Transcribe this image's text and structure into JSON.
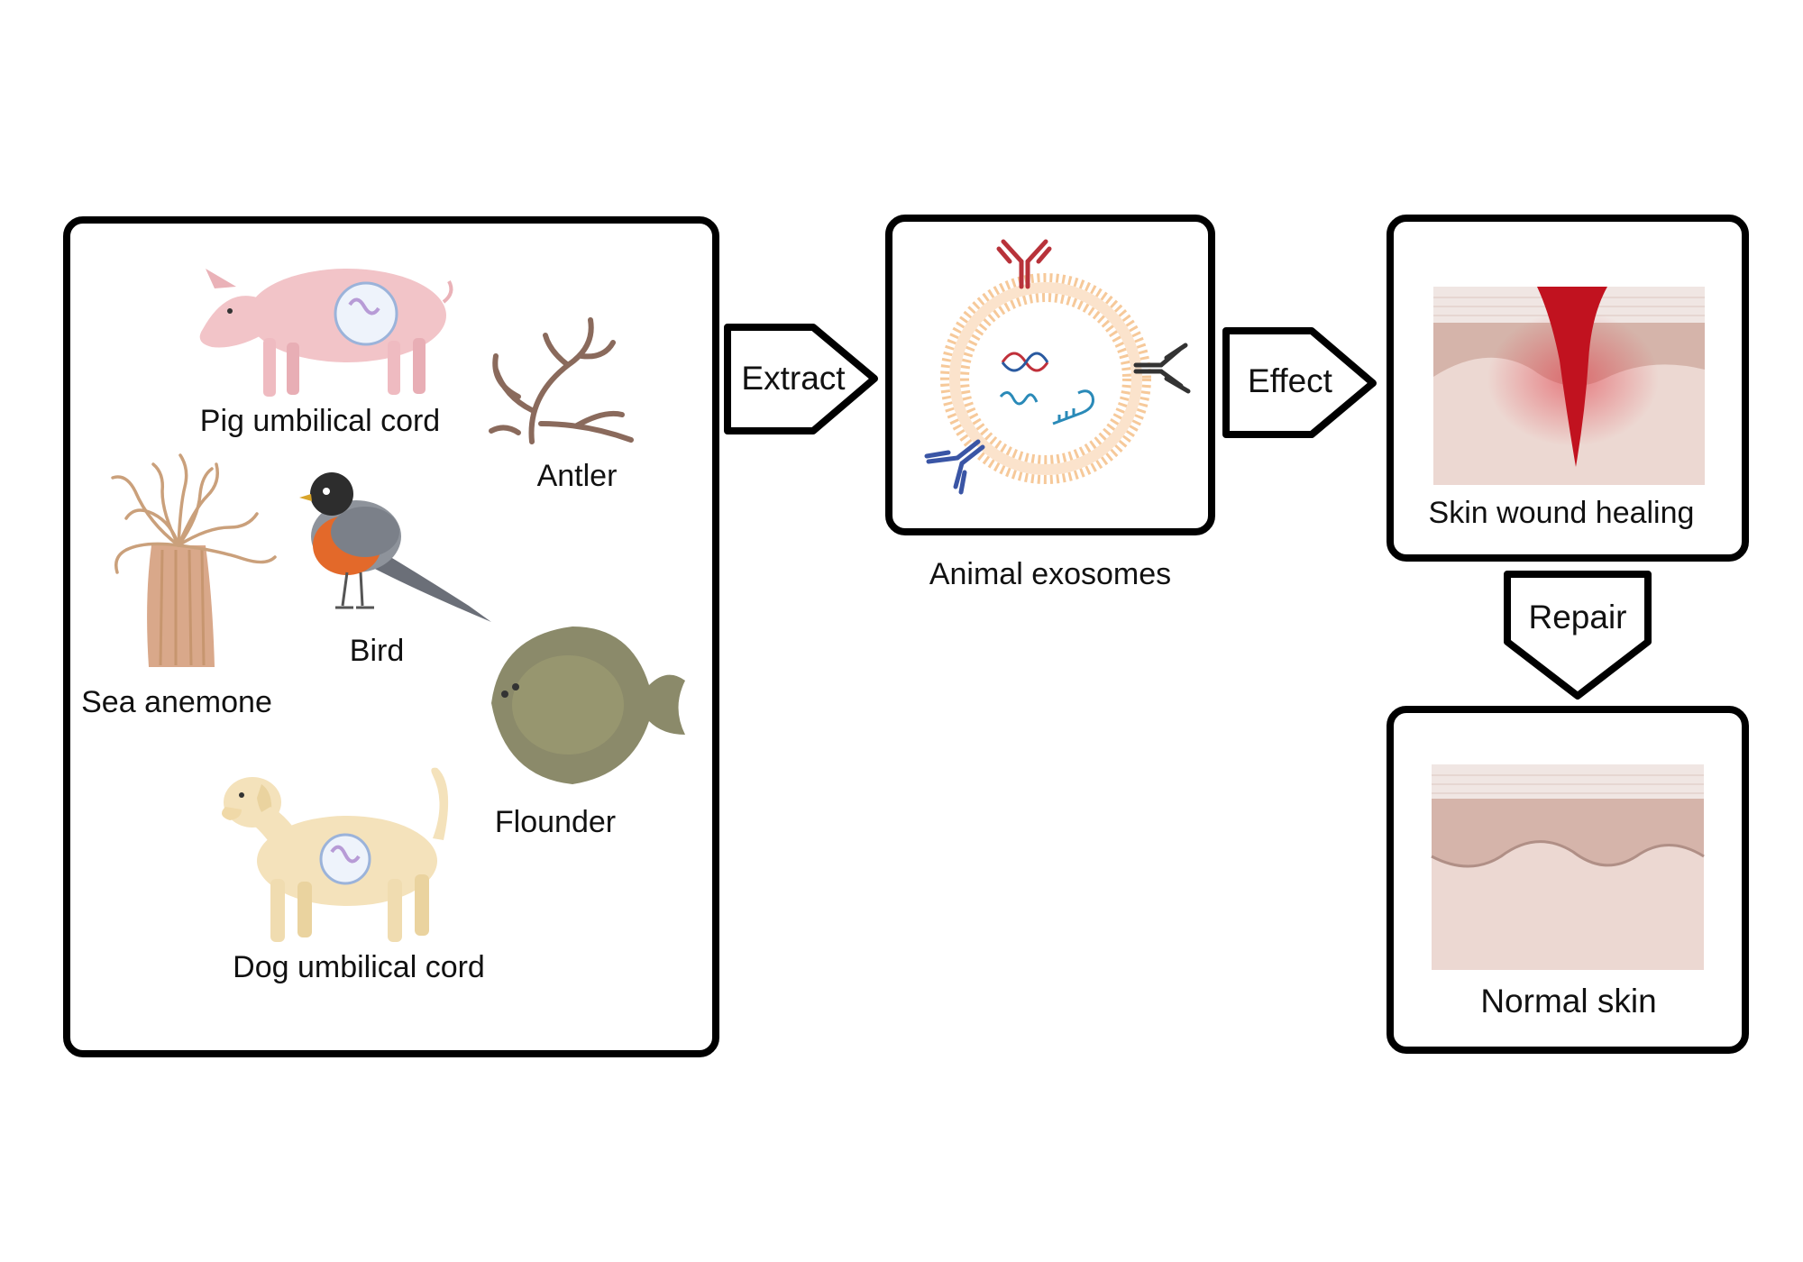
{
  "sources": {
    "pig": "Pig umbilical cord",
    "antler": "Antler",
    "anemone": "Sea anemone",
    "bird": "Bird",
    "flounder": "Flounder",
    "dog": "Dog umbilical cord"
  },
  "arrows": {
    "extract": "Extract",
    "effect": "Effect",
    "repair": "Repair"
  },
  "exosome": {
    "caption": "Animal exosomes"
  },
  "wound": {
    "caption": "Skin wound healing"
  },
  "normal": {
    "caption": "Normal skin"
  },
  "colors": {
    "outline": "#000000",
    "pig": "#f2c4c8",
    "dog": "#f4e2bb",
    "membrane": "#f6c99a",
    "wound": "#c1121f",
    "skin": "#e8cfc8"
  }
}
